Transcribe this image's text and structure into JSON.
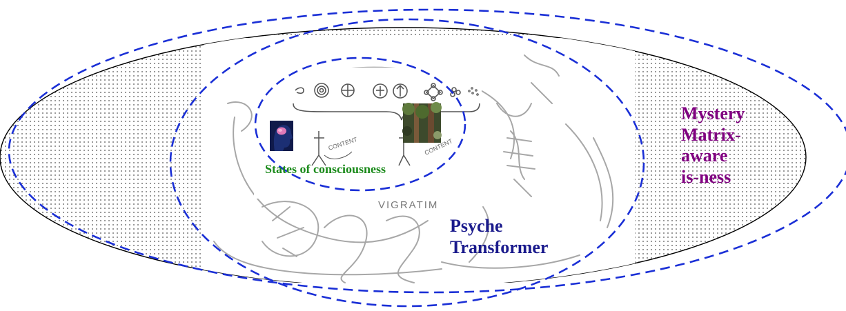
{
  "diagram": {
    "outer_label": [
      "Mystery",
      "Matrix-",
      "aware",
      "is-ness"
    ],
    "middle_label": [
      "Psyche",
      "Transformer"
    ],
    "inner_label": "States of consciousness",
    "sketch_words": {
      "content_left": "CONTENT",
      "content_right": "CONTENT",
      "bottom_word": "VIGRATIM"
    },
    "colors": {
      "outer_label": "#800080",
      "middle_label": "#1a1a8c",
      "inner_label": "#1a8a1a",
      "dashed_outline": "#1a2fd6",
      "solid_outline": "#000000",
      "dots": "#444444"
    },
    "icons": [
      "swirl-icon",
      "spiral-icon",
      "circle-cross-icon",
      "figure-in-circle-icon",
      "arrow-in-circle-icon",
      "network-icon",
      "cluster-icon",
      "dust-icon",
      "head-brain-image",
      "forest-image"
    ]
  }
}
